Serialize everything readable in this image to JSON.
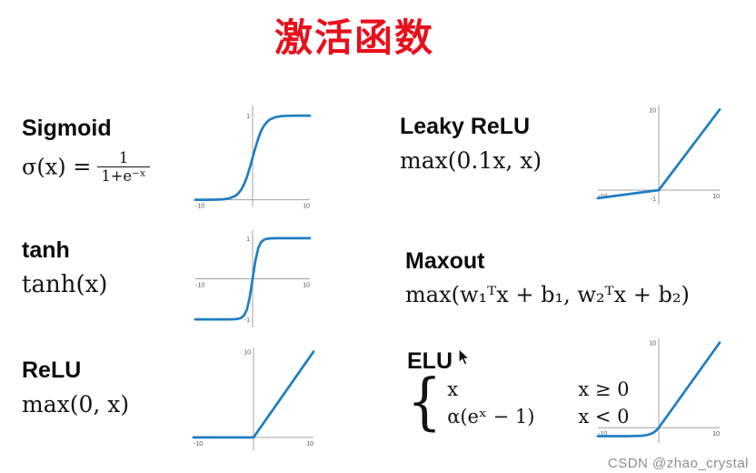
{
  "title": "激活函数",
  "watermark": "CSDN @zhao_crystal",
  "colors": {
    "title": "#e8101c",
    "curve": "#1f7ec2",
    "axis": "#a0a0a0",
    "tick_text": "#555555",
    "watermark": "#8c8c8c"
  },
  "items": {
    "sigmoid": {
      "name": "Sigmoid",
      "formula_lhs": "σ(x) =",
      "frac_num": "1",
      "frac_den": "1+e⁻ˣ"
    },
    "tanh": {
      "name": "tanh",
      "formula": "tanh(x)"
    },
    "relu": {
      "name": "ReLU",
      "formula": "max(0, x)"
    },
    "leaky": {
      "name": "Leaky ReLU",
      "formula": "max(0.1x, x)"
    },
    "maxout": {
      "name": "Maxout",
      "formula": "max(w₁ᵀx + b₁, w₂ᵀx + b₂)"
    },
    "elu": {
      "name": "ELU",
      "cases": [
        {
          "expr": "x",
          "cond": "x ≥ 0"
        },
        {
          "expr": "α(eˣ − 1)",
          "cond": "x < 0"
        }
      ]
    }
  },
  "chart_data": [
    {
      "id": "sigmoid",
      "type": "line",
      "fn": "sigmoid",
      "title": "Sigmoid",
      "xlim": [
        -10,
        10
      ],
      "ylim": [
        -0.08,
        1.12
      ],
      "x_ticks": [
        {
          "v": -10,
          "label": "-10",
          "anchor": "start"
        },
        {
          "v": 10,
          "label": "10",
          "anchor": "end"
        }
      ],
      "y_ticks": [
        {
          "v": 1,
          "label": "1"
        }
      ],
      "x": [
        -10,
        -8,
        -6,
        -5,
        -4,
        -3,
        -2.5,
        -2,
        -1.5,
        -1,
        -0.5,
        0,
        0.5,
        1,
        1.5,
        2,
        2.5,
        3,
        4,
        5,
        6,
        8,
        10
      ],
      "y": [
        5e-05,
        0.00034,
        0.0025,
        0.0067,
        0.018,
        0.047,
        0.076,
        0.119,
        0.182,
        0.269,
        0.378,
        0.5,
        0.622,
        0.731,
        0.818,
        0.881,
        0.924,
        0.953,
        0.982,
        0.993,
        0.9975,
        0.9997,
        0.99995
      ]
    },
    {
      "id": "tanh",
      "type": "line",
      "fn": "tanh",
      "title": "tanh",
      "xlim": [
        -10,
        10
      ],
      "ylim": [
        -1.2,
        1.2
      ],
      "x_ticks": [
        {
          "v": -10,
          "label": "-10",
          "anchor": "start"
        },
        {
          "v": 10,
          "label": "10",
          "anchor": "end"
        }
      ],
      "y_ticks": [
        {
          "v": 1,
          "label": "1"
        },
        {
          "v": -1,
          "label": "-1"
        }
      ],
      "x": [
        -10,
        -8,
        -6,
        -5,
        -4,
        -3,
        -2.5,
        -2,
        -1.5,
        -1,
        -0.5,
        0,
        0.5,
        1,
        1.5,
        2,
        2.5,
        3,
        4,
        5,
        6,
        8,
        10
      ],
      "y": [
        -1,
        -1,
        -1,
        -0.9999,
        -0.9993,
        -0.995,
        -0.987,
        -0.964,
        -0.905,
        -0.762,
        -0.462,
        0,
        0.462,
        0.762,
        0.905,
        0.964,
        0.987,
        0.995,
        0.9993,
        0.9999,
        1,
        1,
        1
      ]
    },
    {
      "id": "relu",
      "type": "line",
      "fn": "relu",
      "title": "ReLU",
      "xlim": [
        -10,
        10
      ],
      "ylim": [
        -1.5,
        10.5
      ],
      "x_ticks": [
        {
          "v": -10,
          "label": "-10",
          "anchor": "start"
        },
        {
          "v": 10,
          "label": "10",
          "anchor": "end"
        }
      ],
      "y_ticks": [
        {
          "v": 10,
          "label": "10"
        }
      ],
      "x": [
        -10,
        0,
        10
      ],
      "y": [
        0,
        0,
        10
      ]
    },
    {
      "id": "leaky",
      "type": "line",
      "fn": "leaky_relu_0.1",
      "title": "Leaky ReLU",
      "xlim": [
        -10,
        10
      ],
      "ylim": [
        -1.8,
        10.5
      ],
      "x_ticks": [
        {
          "v": -10,
          "label": "-10",
          "anchor": "start"
        },
        {
          "v": 10,
          "label": "10",
          "anchor": "end"
        }
      ],
      "y_ticks": [
        {
          "v": 10,
          "label": "10"
        },
        {
          "v": -1,
          "label": "-1"
        }
      ],
      "x": [
        -10,
        0,
        10
      ],
      "y": [
        -1,
        0,
        10
      ]
    },
    {
      "id": "elu",
      "type": "line",
      "fn": "elu_alpha1",
      "title": "ELU",
      "xlim": [
        -10,
        10
      ],
      "ylim": [
        -1.8,
        10.5
      ],
      "x_ticks": [
        {
          "v": -10,
          "label": "-10",
          "anchor": "start"
        },
        {
          "v": 10,
          "label": "10",
          "anchor": "end"
        }
      ],
      "y_ticks": [
        {
          "v": 10,
          "label": "10"
        }
      ],
      "x": [
        -10,
        -8,
        -6,
        -5,
        -4,
        -3,
        -2.5,
        -2,
        -1.5,
        -1,
        -0.5,
        0,
        2,
        4,
        6,
        8,
        10
      ],
      "y": [
        -1,
        -0.9997,
        -0.9975,
        -0.9933,
        -0.9817,
        -0.95,
        -0.918,
        -0.865,
        -0.777,
        -0.632,
        -0.393,
        0,
        2,
        4,
        6,
        8,
        10
      ]
    }
  ]
}
